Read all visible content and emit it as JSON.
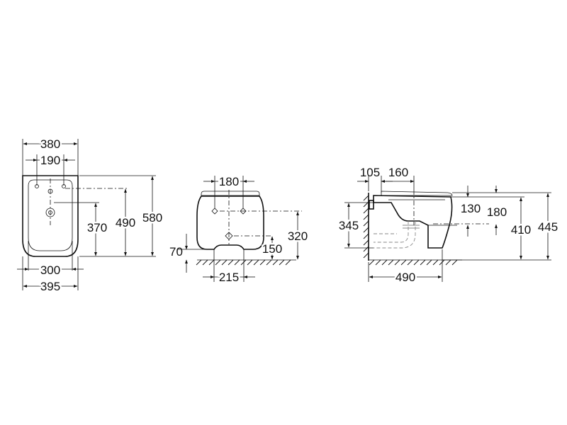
{
  "top_view": {
    "width_overall": "380",
    "hole_spacing": "190",
    "len_370": "370",
    "len_490": "490",
    "len_580": "580",
    "bottom_300": "300",
    "bottom_395": "395"
  },
  "front_view": {
    "top_180": "180",
    "floor_70": "70",
    "height_150": "150",
    "height_320": "320",
    "bottom_215": "215"
  },
  "side_view": {
    "top_105": "105",
    "top_160": "160",
    "left_345": "345",
    "right_130": "130",
    "right_180": "180",
    "right_410": "410",
    "right_445": "445",
    "bottom_490": "490"
  }
}
